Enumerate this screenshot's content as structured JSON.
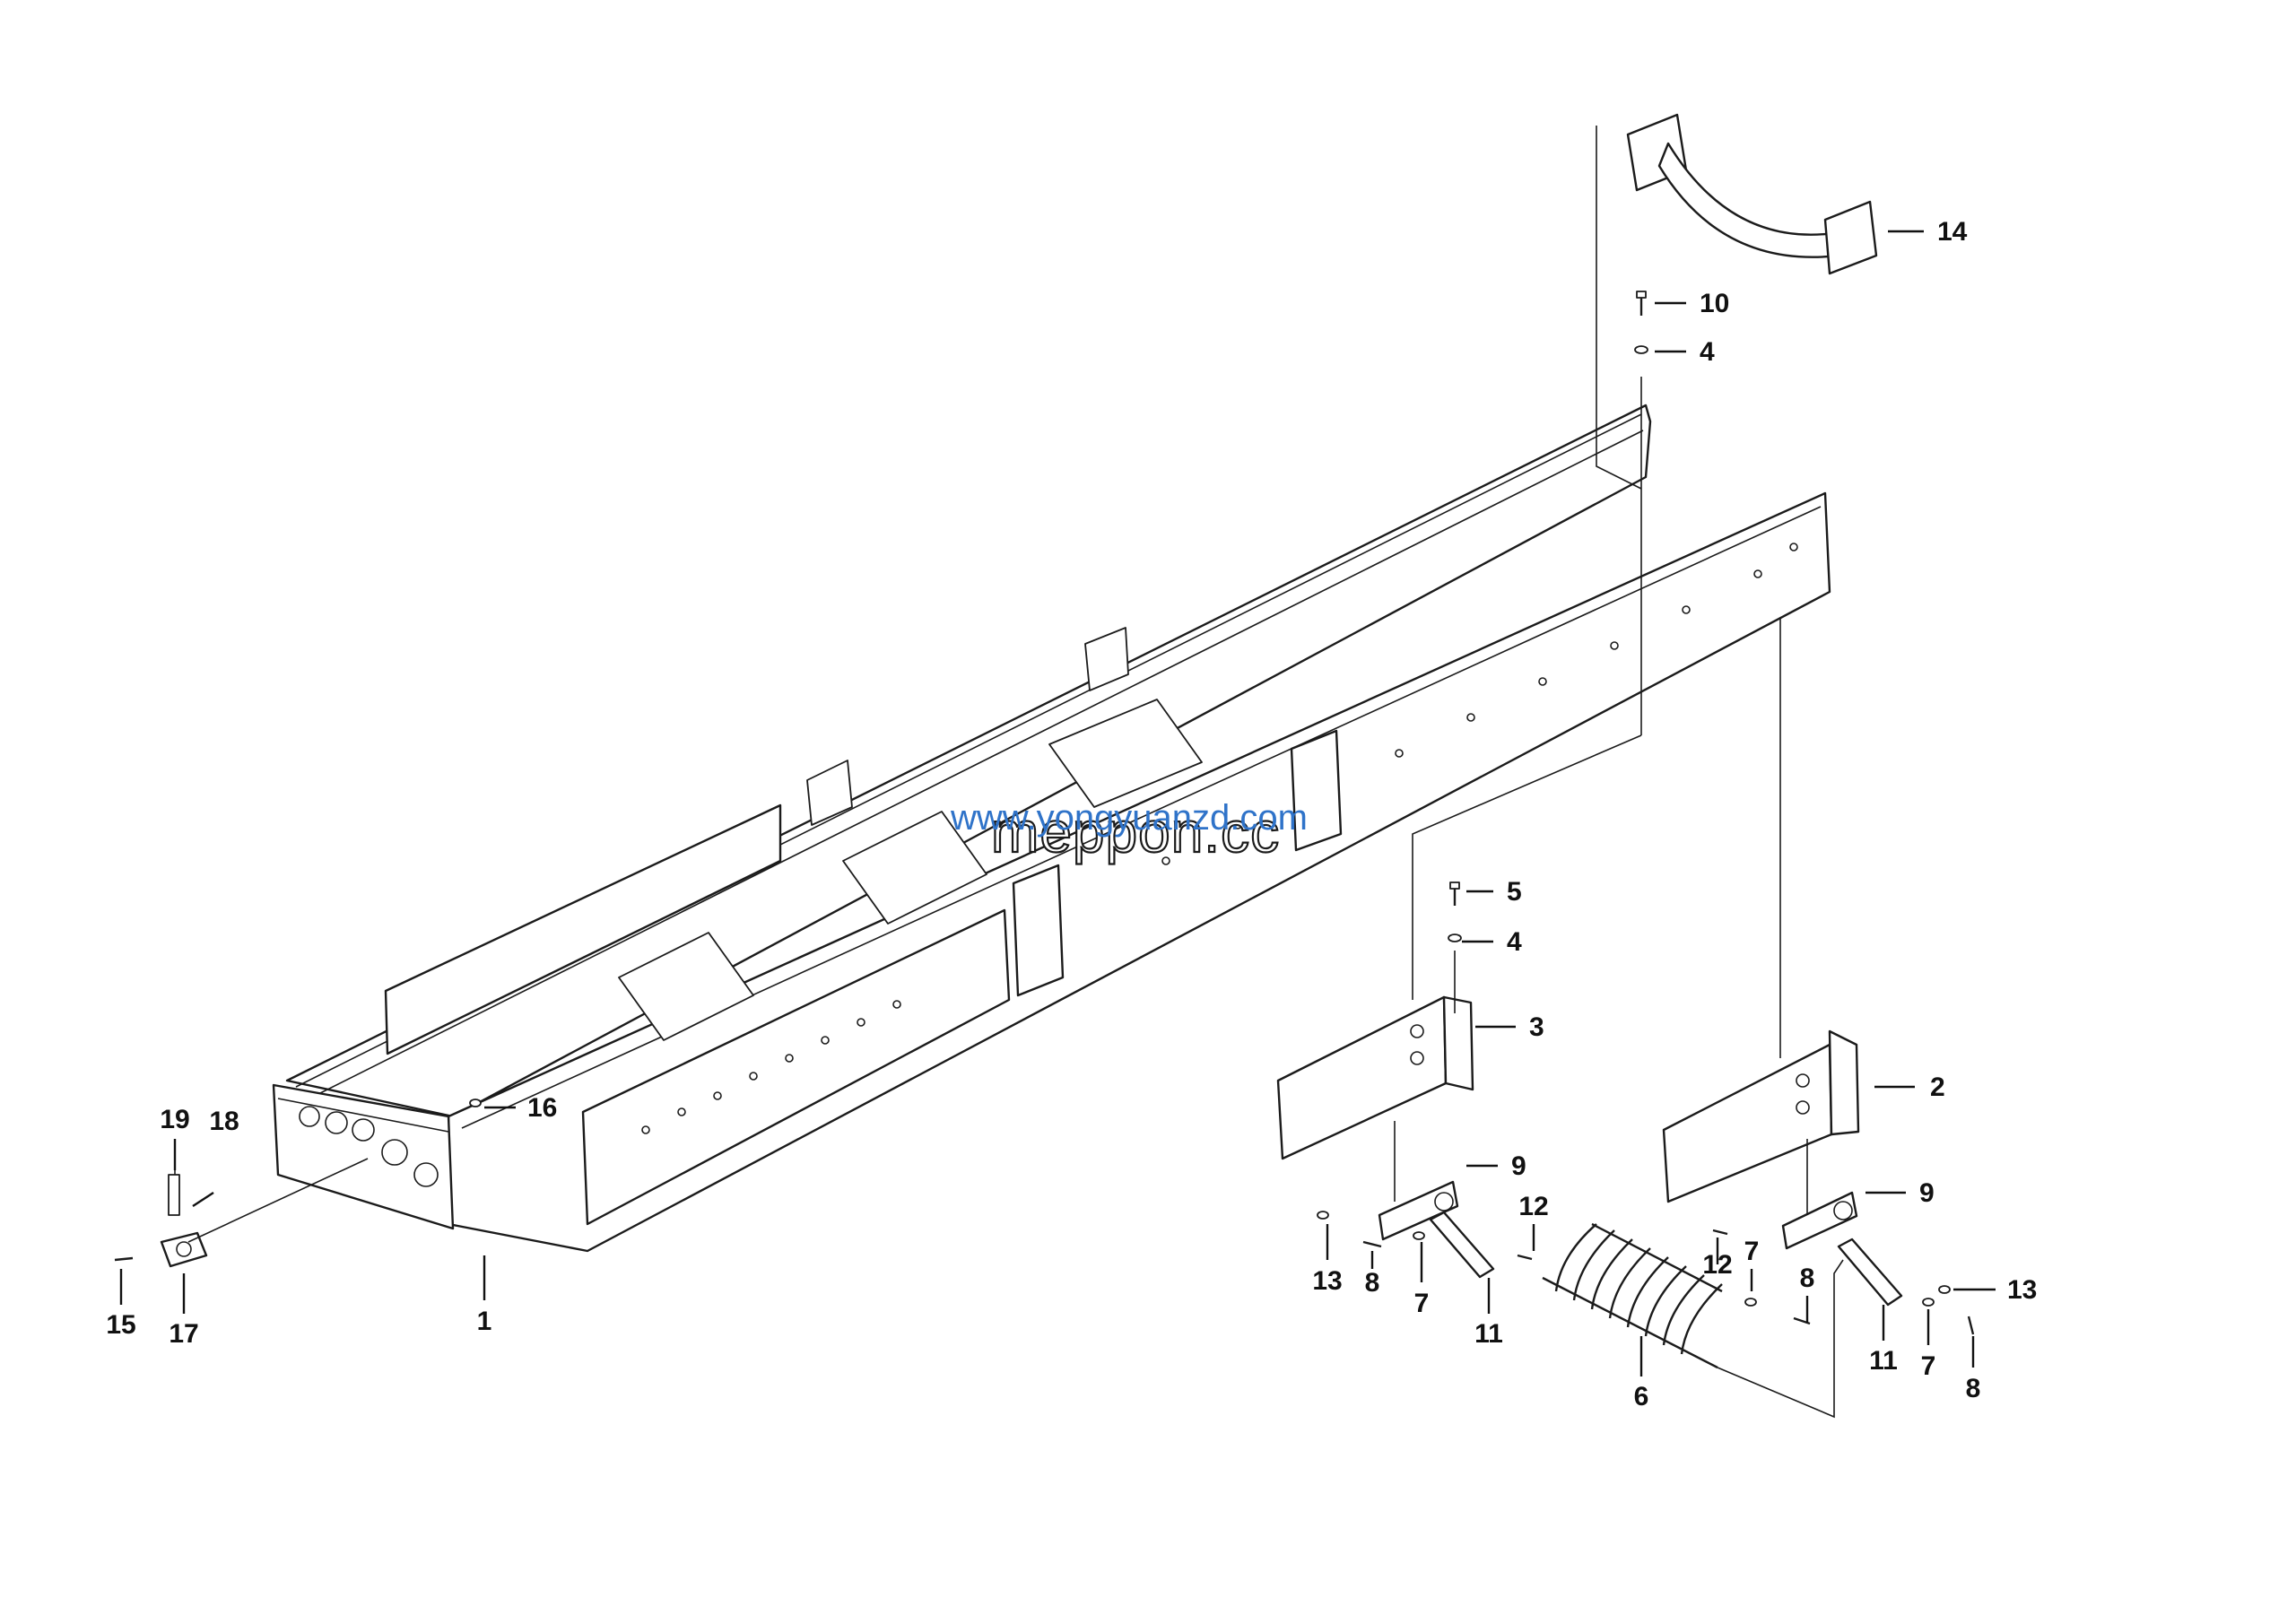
{
  "watermark": {
    "main": "meppon.cc",
    "overlay": "www.yongyuanzd.com"
  },
  "callouts": [
    {
      "id": "c1",
      "label": "1"
    },
    {
      "id": "c2",
      "label": "2"
    },
    {
      "id": "c3",
      "label": "3"
    },
    {
      "id": "c4a",
      "label": "4"
    },
    {
      "id": "c4b",
      "label": "4"
    },
    {
      "id": "c5",
      "label": "5"
    },
    {
      "id": "c6",
      "label": "6"
    },
    {
      "id": "c7a",
      "label": "7"
    },
    {
      "id": "c7b",
      "label": "7"
    },
    {
      "id": "c7c",
      "label": "7"
    },
    {
      "id": "c8a",
      "label": "8"
    },
    {
      "id": "c8b",
      "label": "8"
    },
    {
      "id": "c8c",
      "label": "8"
    },
    {
      "id": "c9a",
      "label": "9"
    },
    {
      "id": "c9b",
      "label": "9"
    },
    {
      "id": "c10",
      "label": "10"
    },
    {
      "id": "c11a",
      "label": "11"
    },
    {
      "id": "c11b",
      "label": "11"
    },
    {
      "id": "c12a",
      "label": "12"
    },
    {
      "id": "c12b",
      "label": "12"
    },
    {
      "id": "c13a",
      "label": "13"
    },
    {
      "id": "c13b",
      "label": "13"
    },
    {
      "id": "c14",
      "label": "14"
    },
    {
      "id": "c15",
      "label": "15"
    },
    {
      "id": "c16",
      "label": "16"
    },
    {
      "id": "c17",
      "label": "17"
    },
    {
      "id": "c18",
      "label": "18"
    },
    {
      "id": "c19",
      "label": "19"
    }
  ]
}
